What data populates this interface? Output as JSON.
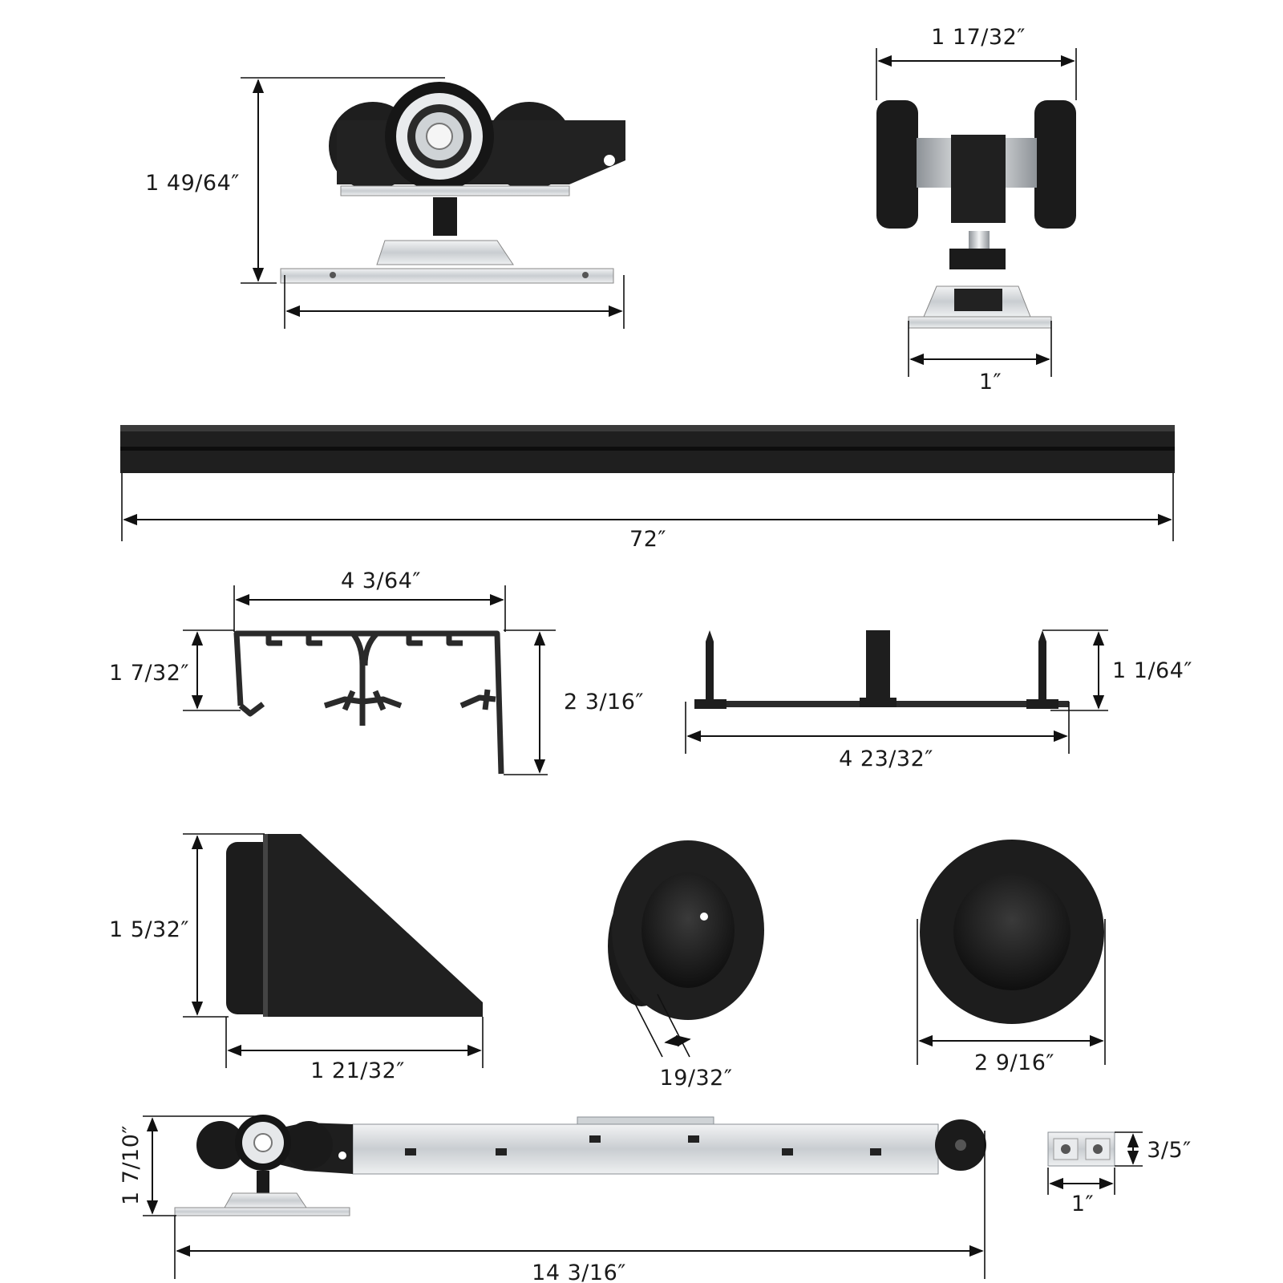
{
  "colors": {
    "hardware_black": "#1b1b1b",
    "hardware_dark": "#2b2b2b",
    "steel": "#d9dcdf",
    "steel_dark": "#9ea3a8",
    "dimension_line": "#111111",
    "background": "#ffffff"
  },
  "dimensions": {
    "roller_height": "1 49/64″",
    "roller_side_width": "1 17/32″",
    "roller_side_plate": "1″",
    "track_length": "72″",
    "track_profile_width": "4 3/64″",
    "track_profile_left_height": "1 7/32″",
    "track_profile_right_height": "2 3/16″",
    "guide_height": "1 1/64″",
    "guide_width": "4 23/32″",
    "stopper_height": "1 5/32″",
    "stopper_width": "1 21/32″",
    "handle_depth": "19/32″",
    "handle_diameter": "2 9/16″",
    "soft_close_height": "1 7/10″",
    "soft_close_length": "14 3/16″",
    "connector_height": "3/5″",
    "connector_width": "1″"
  },
  "icons": [
    "roller-front-icon",
    "roller-side-icon",
    "track-rail-icon",
    "track-profile-icon",
    "floor-guide-icon",
    "stopper-icon",
    "flush-handle-angled-icon",
    "flush-handle-front-icon",
    "soft-close-assembly-icon",
    "connector-clip-icon"
  ]
}
